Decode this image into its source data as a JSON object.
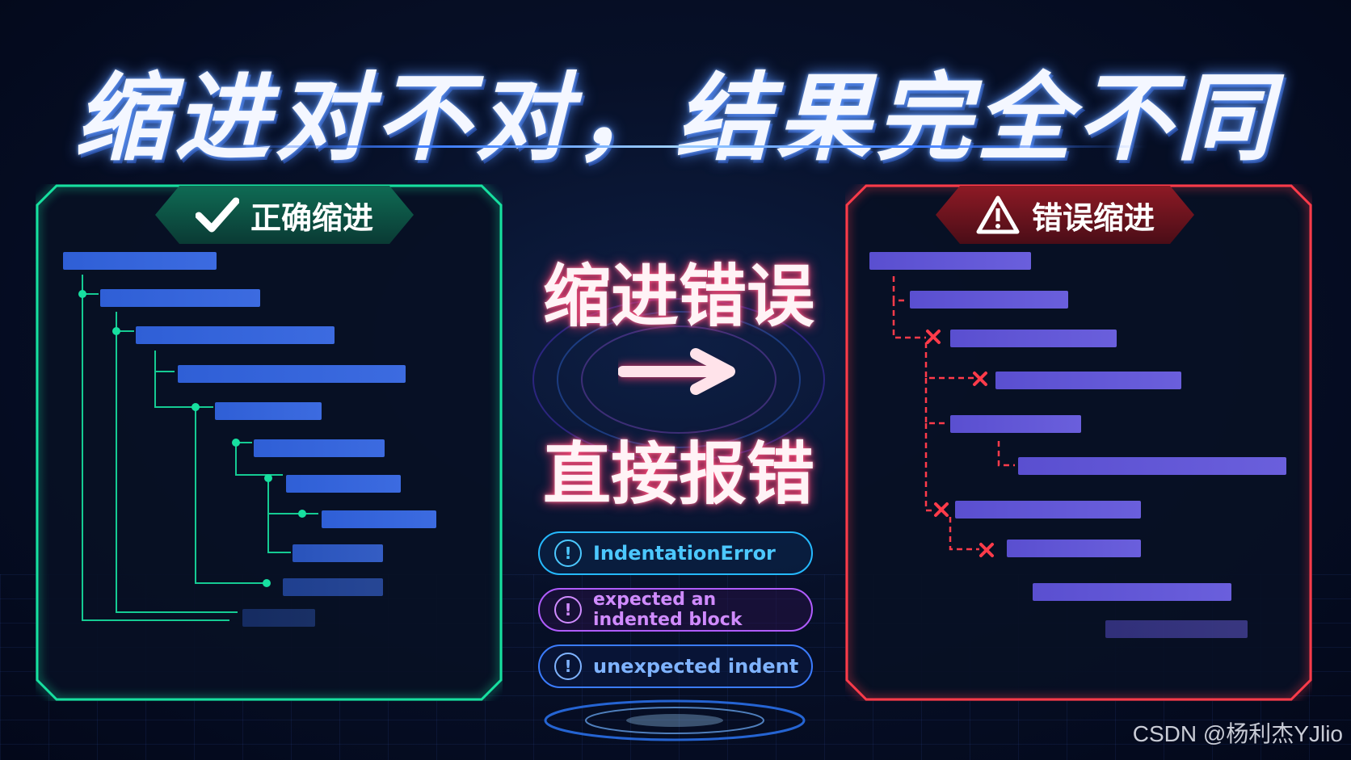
{
  "title": "缩进对不对，结果完全不同",
  "left_panel": {
    "label": "正确缩进",
    "icon": "check-icon"
  },
  "right_panel": {
    "label": "错误缩进",
    "icon": "warning-icon"
  },
  "center": {
    "line1": "缩进错误",
    "line2": "直接报错",
    "arrow_icon": "arrow-right-icon"
  },
  "errors": [
    {
      "text": "IndentationError",
      "icon": "exclamation-circle-icon"
    },
    {
      "text": "expected an indented block",
      "icon": "exclamation-circle-icon"
    },
    {
      "text": "unexpected indent",
      "icon": "exclamation-circle-icon"
    }
  ],
  "watermark": "CSDN @杨利杰YJlio",
  "colors": {
    "correct": "#17e0a0",
    "wrong": "#ff3b4a",
    "accent": "#3d7cff"
  }
}
